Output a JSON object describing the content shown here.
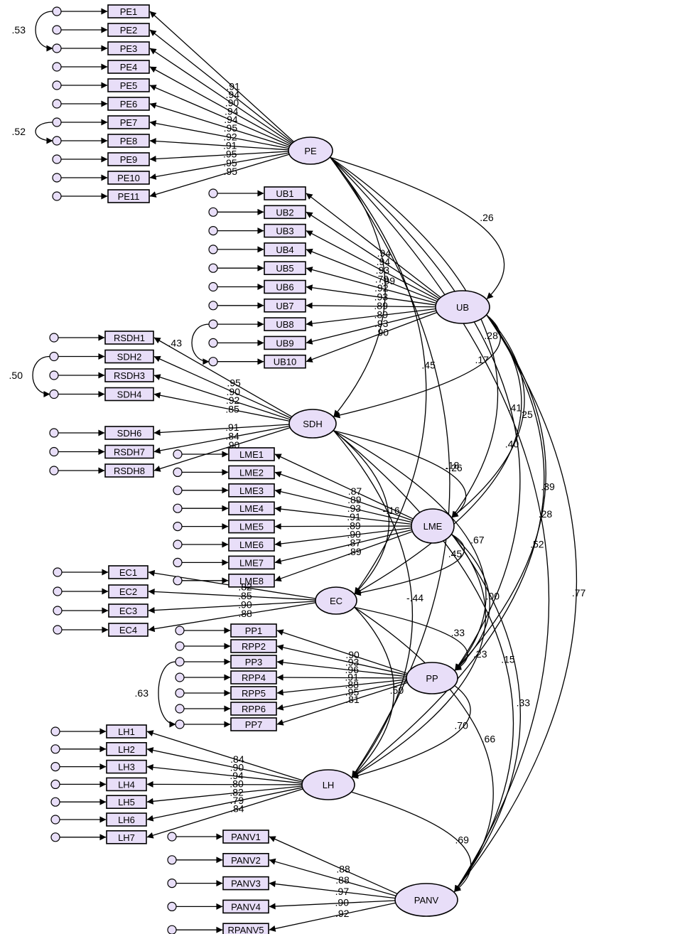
{
  "latents": [
    {
      "id": "PE",
      "label": "PE"
    },
    {
      "id": "UB",
      "label": "UB"
    },
    {
      "id": "SDH",
      "label": "SDH"
    },
    {
      "id": "LME",
      "label": "LME"
    },
    {
      "id": "EC",
      "label": "EC"
    },
    {
      "id": "PP",
      "label": "PP"
    },
    {
      "id": "LH",
      "label": "LH"
    },
    {
      "id": "PANV",
      "label": "PANV"
    }
  ],
  "indicators": [
    {
      "latent": "PE",
      "label": "PE1",
      "loading": ".91"
    },
    {
      "latent": "PE",
      "label": "PE2",
      "loading": ".94"
    },
    {
      "latent": "PE",
      "label": "PE3",
      "loading": ".90"
    },
    {
      "latent": "PE",
      "label": "PE4",
      "loading": ".94"
    },
    {
      "latent": "PE",
      "label": "PE5",
      "loading": ".94"
    },
    {
      "latent": "PE",
      "label": "PE6",
      "loading": ".95"
    },
    {
      "latent": "PE",
      "label": "PE7",
      "loading": ".92"
    },
    {
      "latent": "PE",
      "label": "PE8",
      "loading": ".91"
    },
    {
      "latent": "PE",
      "label": "PE9",
      "loading": ".95"
    },
    {
      "latent": "PE",
      "label": "PE10",
      "loading": ".95"
    },
    {
      "latent": "PE",
      "label": "PE11",
      "loading": ".95"
    },
    {
      "latent": "UB",
      "label": "UB1",
      "loading": ".94"
    },
    {
      "latent": "UB",
      "label": "UB2",
      "loading": ".94"
    },
    {
      "latent": "UB",
      "label": "UB3",
      "loading": ".93"
    },
    {
      "latent": "UB",
      "label": "UB4",
      "loading": ".79"
    },
    {
      "latent": "UB",
      "label": "UB5",
      "loading": ".92"
    },
    {
      "latent": "UB",
      "label": "UB6",
      "loading": ".93"
    },
    {
      "latent": "UB",
      "label": "UB7",
      "loading": ".89"
    },
    {
      "latent": "UB",
      "label": "UB8",
      "loading": ".89"
    },
    {
      "latent": "UB",
      "label": "UB9",
      "loading": ".93"
    },
    {
      "latent": "UB",
      "label": "UB10",
      "loading": ".90"
    },
    {
      "latent": "SDH",
      "label": "RSDH1",
      "loading": ".95"
    },
    {
      "latent": "SDH",
      "label": "SDH2",
      "loading": ".90"
    },
    {
      "latent": "SDH",
      "label": "RSDH3",
      "loading": ".92"
    },
    {
      "latent": "SDH",
      "label": "SDH4",
      "loading": ".85"
    },
    {
      "latent": "SDH",
      "label": "SDH6",
      "loading": ".91"
    },
    {
      "latent": "SDH",
      "label": "RSDH7",
      "loading": ".84"
    },
    {
      "latent": "SDH",
      "label": "RSDH8",
      "loading": ".90"
    },
    {
      "latent": "LME",
      "label": "LME1",
      "loading": ".87"
    },
    {
      "latent": "LME",
      "label": "LME2",
      "loading": ".89"
    },
    {
      "latent": "LME",
      "label": "LME3",
      "loading": ".93"
    },
    {
      "latent": "LME",
      "label": "LME4",
      "loading": ".91"
    },
    {
      "latent": "LME",
      "label": "LME5",
      "loading": ".89"
    },
    {
      "latent": "LME",
      "label": "LME6",
      "loading": ".90"
    },
    {
      "latent": "LME",
      "label": "LME7",
      "loading": ".87"
    },
    {
      "latent": "LME",
      "label": "LME8",
      "loading": ".89"
    },
    {
      "latent": "EC",
      "label": "EC1",
      "loading": ".82"
    },
    {
      "latent": "EC",
      "label": "EC2",
      "loading": ".85"
    },
    {
      "latent": "EC",
      "label": "EC3",
      "loading": ".90"
    },
    {
      "latent": "EC",
      "label": "EC4",
      "loading": ".88"
    },
    {
      "latent": "PP",
      "label": "PP1",
      "loading": ".90"
    },
    {
      "latent": "PP",
      "label": "RPP2",
      "loading": ".93"
    },
    {
      "latent": "PP",
      "label": "PP3",
      "loading": ".96"
    },
    {
      "latent": "PP",
      "label": "RPP4",
      "loading": ".91"
    },
    {
      "latent": "PP",
      "label": "RPP5",
      "loading": ".88"
    },
    {
      "latent": "PP",
      "label": "RPP6",
      "loading": ".95"
    },
    {
      "latent": "PP",
      "label": "PP7",
      "loading": ".81"
    },
    {
      "latent": "LH",
      "label": "LH1",
      "loading": ".84"
    },
    {
      "latent": "LH",
      "label": "LH2",
      "loading": ".90"
    },
    {
      "latent": "LH",
      "label": "LH3",
      "loading": ".94"
    },
    {
      "latent": "LH",
      "label": "LH4",
      "loading": ".80"
    },
    {
      "latent": "LH",
      "label": "LH5",
      "loading": ".82"
    },
    {
      "latent": "LH",
      "label": "LH6",
      "loading": ".79"
    },
    {
      "latent": "LH",
      "label": "LH7",
      "loading": ".84"
    },
    {
      "latent": "PANV",
      "label": "PANV1",
      "loading": ".88"
    },
    {
      "latent": "PANV",
      "label": "PANV2",
      "loading": ".88"
    },
    {
      "latent": "PANV",
      "label": "PANV3",
      "loading": ".97"
    },
    {
      "latent": "PANV",
      "label": "PANV4",
      "loading": ".90"
    },
    {
      "latent": "PANV",
      "label": "RPANV5",
      "loading": ".92"
    }
  ],
  "error_correlations": [
    {
      "a": "PE1",
      "b": "PE3",
      "value": ".53"
    },
    {
      "a": "PE7",
      "b": "PE8",
      "value": ".52"
    },
    {
      "a": "UB8",
      "b": "UB10",
      "value": ".43"
    },
    {
      "a": "SDH2",
      "b": "SDH4",
      "value": ".50"
    },
    {
      "a": "PP3",
      "b": "PP7",
      "value": ".63"
    }
  ],
  "factor_correlations": [
    {
      "a": "PE",
      "b": "UB",
      "value": ".26"
    },
    {
      "a": "PE",
      "b": "SDH",
      "value": ".09"
    },
    {
      "a": "PE",
      "b": "LME",
      "value": ".28"
    },
    {
      "a": "PE",
      "b": "EC",
      "value": ".45"
    },
    {
      "a": "PE",
      "b": "PP",
      "value": ".41"
    },
    {
      "a": "PE",
      "b": "LH",
      "value": ".18"
    },
    {
      "a": "PE",
      "b": "PANV",
      "value": ".28"
    },
    {
      "a": "UB",
      "b": "SDH",
      "value": ".17"
    },
    {
      "a": "UB",
      "b": "LME",
      "value": ".25"
    },
    {
      "a": "UB",
      "b": "EC",
      "value": ".40"
    },
    {
      "a": "UB",
      "b": "PP",
      "value": ".39"
    },
    {
      "a": "UB",
      "b": "LH",
      "value": ".52"
    },
    {
      "a": "UB",
      "b": "PANV",
      "value": ".77"
    },
    {
      "a": "SDH",
      "b": "LME",
      "value": "-.26"
    },
    {
      "a": "SDH",
      "b": "EC",
      "value": "-.16"
    },
    {
      "a": "SDH",
      "b": "PP",
      "value": ".67"
    },
    {
      "a": "SDH",
      "b": "LH",
      "value": "-.44"
    },
    {
      "a": "SDH",
      "b": "PANV",
      "value": ".15"
    },
    {
      "a": "LME",
      "b": "EC",
      "value": ".45"
    },
    {
      "a": "LME",
      "b": "PP",
      "value": ".00"
    },
    {
      "a": "LME",
      "b": "LH",
      "value": ".23"
    },
    {
      "a": "LME",
      "b": "PANV",
      "value": ".33"
    },
    {
      "a": "EC",
      "b": "PP",
      "value": ".33"
    },
    {
      "a": "EC",
      "b": "LH",
      "value": ".50"
    },
    {
      "a": "EC",
      "b": "PANV",
      "value": ".66"
    },
    {
      "a": "PP",
      "b": "LH",
      "value": ".70"
    },
    {
      "a": "LH",
      "b": "PANV",
      "value": ".69"
    }
  ]
}
